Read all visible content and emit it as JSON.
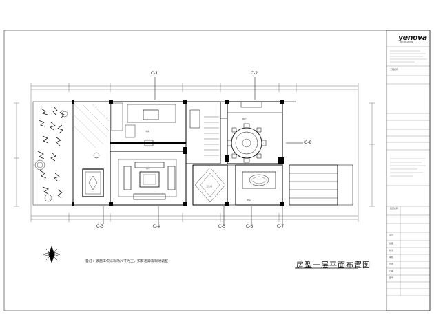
{
  "drawing": {
    "title": "房型一层平面布置图",
    "note": "备注：该施工仅以现场尺寸为主，如有差异需现场调整",
    "section_markers": {
      "top": [
        "C-1",
        "C-2"
      ],
      "right": "C-8",
      "bottom": [
        "C-3",
        "C-4",
        "C-5",
        "C-6",
        "C-7"
      ]
    },
    "room_labels": {
      "living": "客厅",
      "dining": "餐厅",
      "study": "书房",
      "bath": "卫生间",
      "kitchen": "厨房"
    }
  },
  "title_block": {
    "logo": "yenova",
    "logo_sub": "DECORATION",
    "project_label": "工程名称",
    "drawing_label": "图纸名称",
    "rows": [
      "设计",
      "绘图",
      "校对",
      "审核",
      "比例",
      "日期",
      "图号"
    ]
  }
}
